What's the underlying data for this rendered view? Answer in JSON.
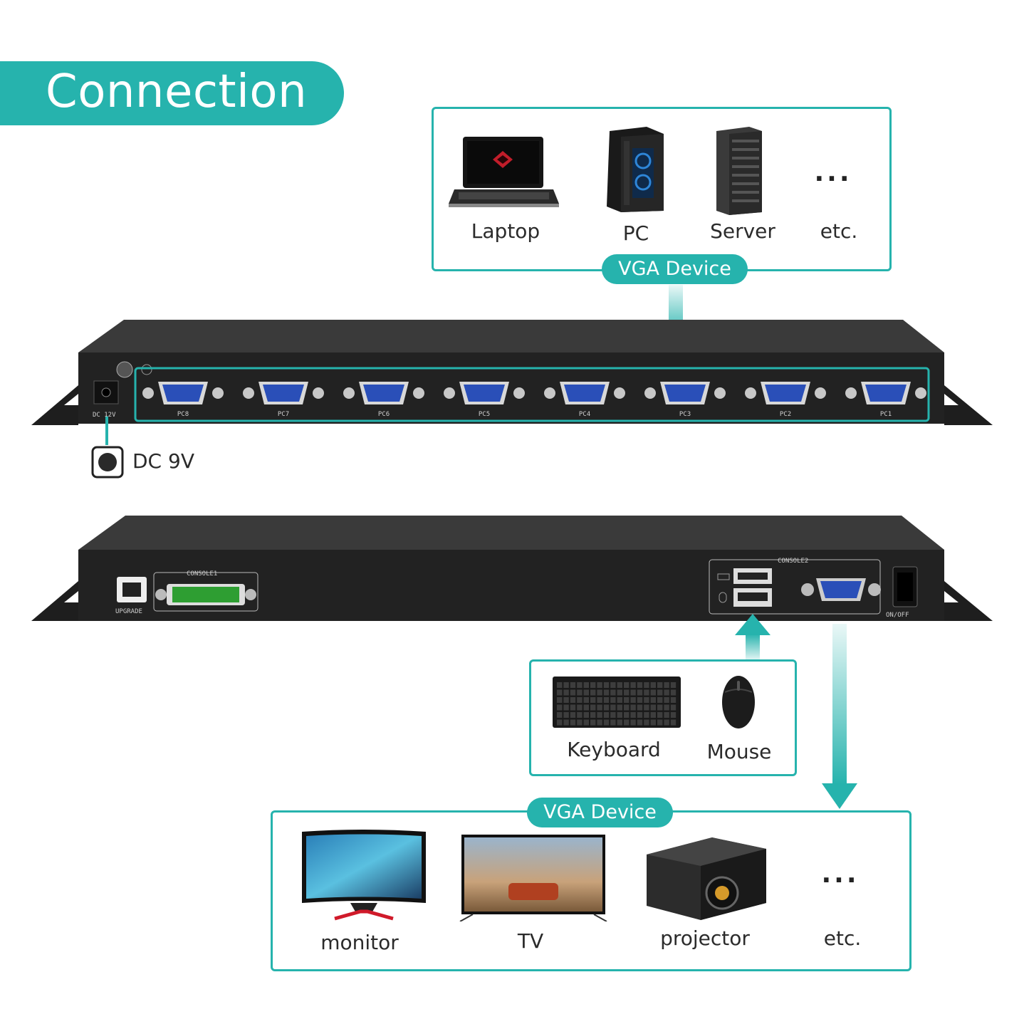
{
  "title": "Connection",
  "top_panel": {
    "tag": "VGA Device",
    "items": [
      {
        "label": "Laptop",
        "icon": "laptop-icon"
      },
      {
        "label": "PC",
        "icon": "pc-tower-icon"
      },
      {
        "label": "Server",
        "icon": "server-rack-icon"
      },
      {
        "label": "etc.",
        "icon": "ellipsis-icon",
        "dots": "..."
      }
    ]
  },
  "front_unit": {
    "dc_port_label": "DC 12V",
    "ports": [
      "PC8",
      "PC7",
      "PC6",
      "PC5",
      "PC4",
      "PC3",
      "PC2",
      "PC1"
    ]
  },
  "dc_callout": "DC 9V",
  "rear_unit": {
    "upgrade_label": "UPGRADE",
    "console1_label": "CONSOLE1",
    "console2_label": "CONSOLE2",
    "power_label": "ON/OFF"
  },
  "input_panel": {
    "items": [
      {
        "label": "Keyboard",
        "icon": "keyboard-icon"
      },
      {
        "label": "Mouse",
        "icon": "mouse-icon"
      }
    ]
  },
  "bottom_panel": {
    "tag": "VGA Device",
    "items": [
      {
        "label": "monitor",
        "icon": "monitor-icon"
      },
      {
        "label": "TV",
        "icon": "tv-icon"
      },
      {
        "label": "projector",
        "icon": "projector-icon"
      },
      {
        "label": "etc.",
        "icon": "ellipsis-icon",
        "dots": "..."
      }
    ]
  },
  "colors": {
    "accent": "#26b3ad",
    "device_body": "#2b2b2b",
    "vga_blue": "#2a4fb8",
    "dvi_green": "#2e9e32"
  }
}
